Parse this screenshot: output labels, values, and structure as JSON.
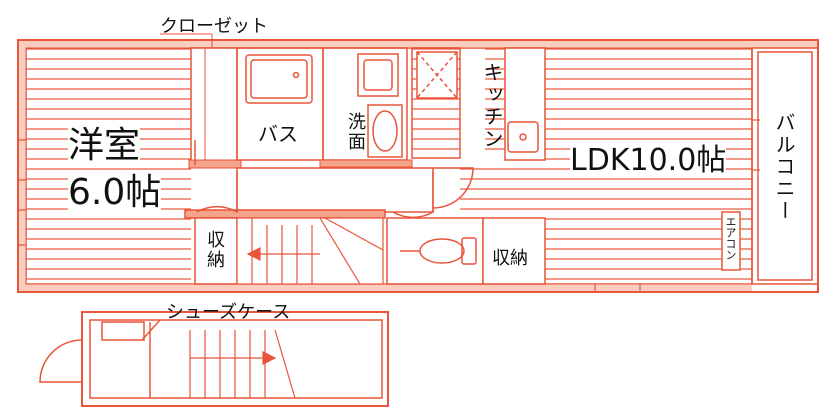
{
  "colors": {
    "wall_outline": "#e8553a",
    "wall_fill": "#f4a48a",
    "hatch": "#e8553a",
    "text": "#111111"
  },
  "labels": {
    "closet": "クローゼット",
    "western_room": "洋室",
    "western_room_size": "6.0帖",
    "bath": "バス",
    "washroom": "洗面",
    "kitchen": "キッチン",
    "ldk": "LDK10.0帖",
    "balcony": "バルコニー",
    "aircon": "エアコン",
    "storage_left": "収納",
    "storage_right": "収納",
    "shoe_case": "シューズケース"
  },
  "icons": [
    "bathtub-icon",
    "sink-icon",
    "stove-icon",
    "toilet-icon",
    "washbasin-icon",
    "stair-arrow-icon",
    "door-swing-icon"
  ]
}
